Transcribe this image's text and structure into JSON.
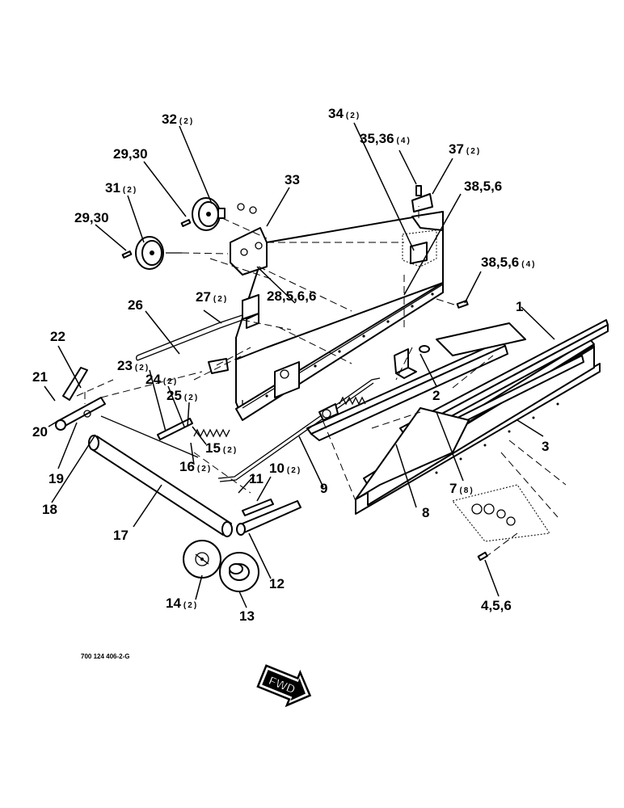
{
  "drawing_code": "700 124 406-2-G",
  "fwd_arrow_text": "FWD",
  "labels": [
    {
      "id": "l1",
      "num": "1",
      "qty": ""
    },
    {
      "id": "l2",
      "num": "2",
      "qty": ""
    },
    {
      "id": "l3",
      "num": "3",
      "qty": ""
    },
    {
      "id": "l4",
      "num": "4,5,6",
      "qty": ""
    },
    {
      "id": "l7",
      "num": "7",
      "qty": "(8)"
    },
    {
      "id": "l8",
      "num": "8",
      "qty": ""
    },
    {
      "id": "l9",
      "num": "9",
      "qty": ""
    },
    {
      "id": "l10",
      "num": "10",
      "qty": "(2)"
    },
    {
      "id": "l11",
      "num": "11",
      "qty": ""
    },
    {
      "id": "l12",
      "num": "12",
      "qty": ""
    },
    {
      "id": "l13",
      "num": "13",
      "qty": ""
    },
    {
      "id": "l14",
      "num": "14",
      "qty": "(2)"
    },
    {
      "id": "l15",
      "num": "15",
      "qty": "(2)"
    },
    {
      "id": "l16",
      "num": "16",
      "qty": "(2)"
    },
    {
      "id": "l17",
      "num": "17",
      "qty": ""
    },
    {
      "id": "l18",
      "num": "18",
      "qty": ""
    },
    {
      "id": "l19",
      "num": "19",
      "qty": ""
    },
    {
      "id": "l20",
      "num": "20",
      "qty": ""
    },
    {
      "id": "l21",
      "num": "21",
      "qty": ""
    },
    {
      "id": "l22",
      "num": "22",
      "qty": ""
    },
    {
      "id": "l23",
      "num": "23",
      "qty": "(2)"
    },
    {
      "id": "l24",
      "num": "24",
      "qty": "(2)"
    },
    {
      "id": "l25",
      "num": "25",
      "qty": "(2)"
    },
    {
      "id": "l26",
      "num": "26",
      "qty": ""
    },
    {
      "id": "l27",
      "num": "27",
      "qty": "(2)"
    },
    {
      "id": "l28",
      "num": "28,5,6,6",
      "qty": ""
    },
    {
      "id": "l29a",
      "num": "29,30",
      "qty": ""
    },
    {
      "id": "l29b",
      "num": "29,30",
      "qty": ""
    },
    {
      "id": "l31",
      "num": "31",
      "qty": "(2)"
    },
    {
      "id": "l32",
      "num": "32",
      "qty": "(2)"
    },
    {
      "id": "l33",
      "num": "33",
      "qty": ""
    },
    {
      "id": "l34",
      "num": "34",
      "qty": "(2)"
    },
    {
      "id": "l35",
      "num": "35,36",
      "qty": "(4)"
    },
    {
      "id": "l37",
      "num": "37",
      "qty": "(2)"
    },
    {
      "id": "l38a",
      "num": "38,5,6",
      "qty": ""
    },
    {
      "id": "l38b",
      "num": "38,5,6",
      "qty": "(4)"
    }
  ]
}
